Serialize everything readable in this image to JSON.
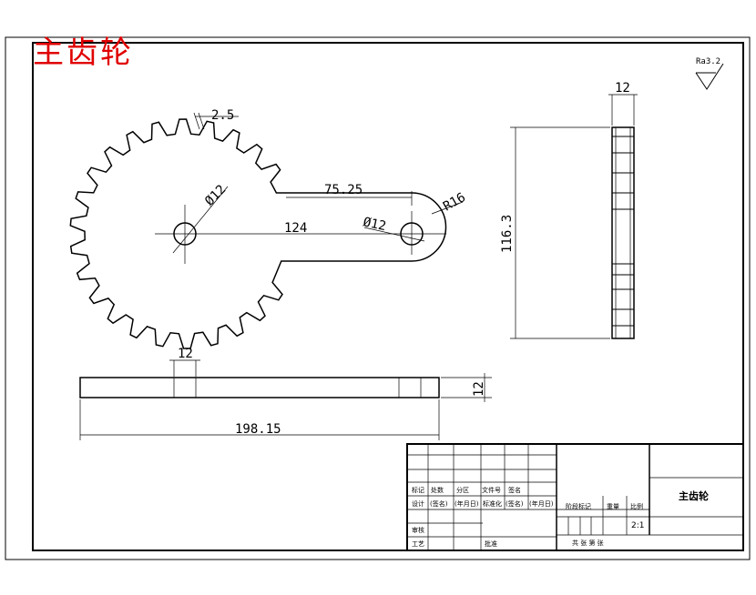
{
  "drawing": {
    "title": "主齿轮",
    "roughness": "Ra3.2"
  },
  "dimensions": {
    "tooth_height": "2.5",
    "hole_gear": "Ø12",
    "slot_length": "75.25",
    "hole_arm": "Ø12",
    "arm_radius": "R16",
    "center_distance": "124",
    "side_thickness": "12",
    "side_height": "116.3",
    "bottom_hole_width": "12",
    "bottom_height": "12",
    "bottom_length": "198.15"
  },
  "title_block": {
    "row_labels_a": [
      "标记",
      "处数",
      "分区",
      "文件号",
      "签名"
    ],
    "row_labels_b": [
      "设计",
      "(签名)",
      "(年月日)",
      "标准化",
      "(签名)",
      "(年月日)"
    ],
    "label_review": "审核",
    "label_process": "工艺",
    "label_approve": "批准",
    "label_stage": "阶段标记",
    "label_weight": "重量",
    "label_scale": "比例",
    "scale_value": "2:1",
    "sheets": "共  张  第  张",
    "part_name": "主齿轮"
  },
  "colors": {
    "title": "#e00000",
    "line": "#000000"
  }
}
